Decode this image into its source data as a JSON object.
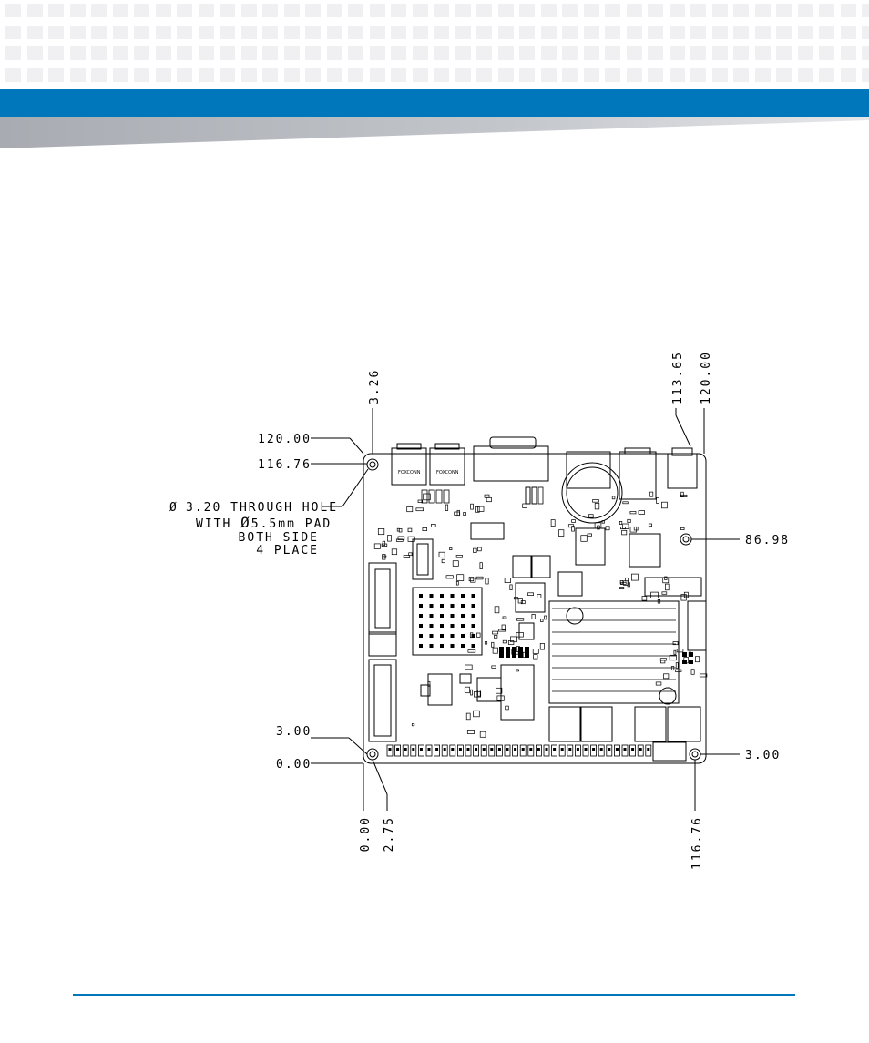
{
  "header": {
    "accent_color": "#0077bb",
    "secondary_color": "#b9bcc2"
  },
  "drawing": {
    "top_dims": [
      "3.26",
      "113.65",
      "120.00"
    ],
    "bottom_dims": [
      "0.00",
      "2.75",
      "116.76"
    ],
    "left_dims": [
      "120.00",
      "116.76",
      "3.00",
      "0.00"
    ],
    "right_dims": [
      "86.98",
      "3.00"
    ],
    "hole_note": {
      "diameter_symbol": "Ø",
      "line1": "3.20 THROUGH HOLE",
      "line2_pre": "WITH ",
      "line2_post": "5.5mm PAD",
      "line3": "BOTH SIDE",
      "line4": "4 PLACE"
    },
    "brand_labels": [
      "FOXCONN",
      "FOXCONN"
    ]
  }
}
